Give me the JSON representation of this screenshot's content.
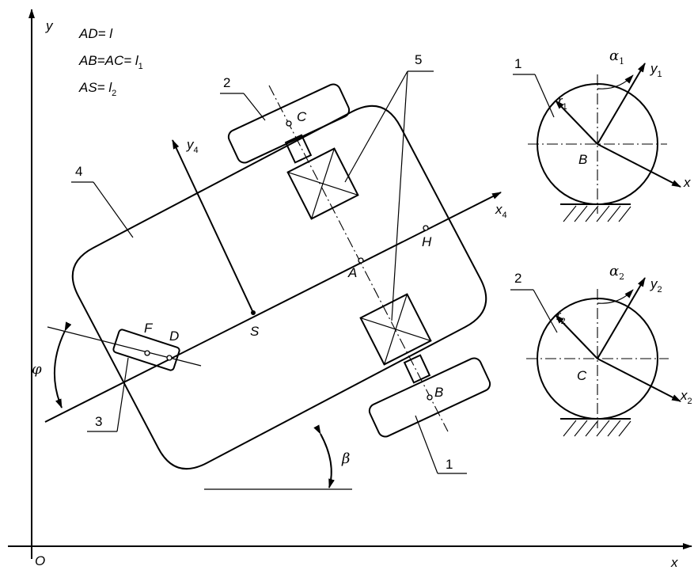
{
  "axes": {
    "y": "y",
    "x": "x",
    "origin": "O"
  },
  "legend": {
    "line1": "AD= l",
    "line2": "AB=AC= l",
    "line2_sub": "1",
    "line3": "AS= l",
    "line3_sub": "2"
  },
  "callouts": {
    "n1": "1",
    "n2": "2",
    "n3": "3",
    "n4": "4",
    "n5": "5"
  },
  "frame": {
    "x4": "x",
    "x4_sub": "4",
    "y4": "y",
    "y4_sub": "4"
  },
  "points": {
    "A": "A",
    "B": "B",
    "C": "C",
    "D": "D",
    "F": "F",
    "H": "H",
    "S": "S"
  },
  "angles": {
    "phi": "φ",
    "beta": "β"
  },
  "wheel1": {
    "label": "1",
    "r": "r",
    "r_sub": "1",
    "alpha": "α",
    "alpha_sub": "1",
    "y": "y",
    "y_sub": "1",
    "x": "x",
    "center": "B"
  },
  "wheel2": {
    "label": "2",
    "r": "r",
    "r_sub": "2",
    "alpha": "α",
    "alpha_sub": "2",
    "y": "y",
    "y_sub": "2",
    "x": "x",
    "x_sub": "2",
    "center": "C"
  }
}
